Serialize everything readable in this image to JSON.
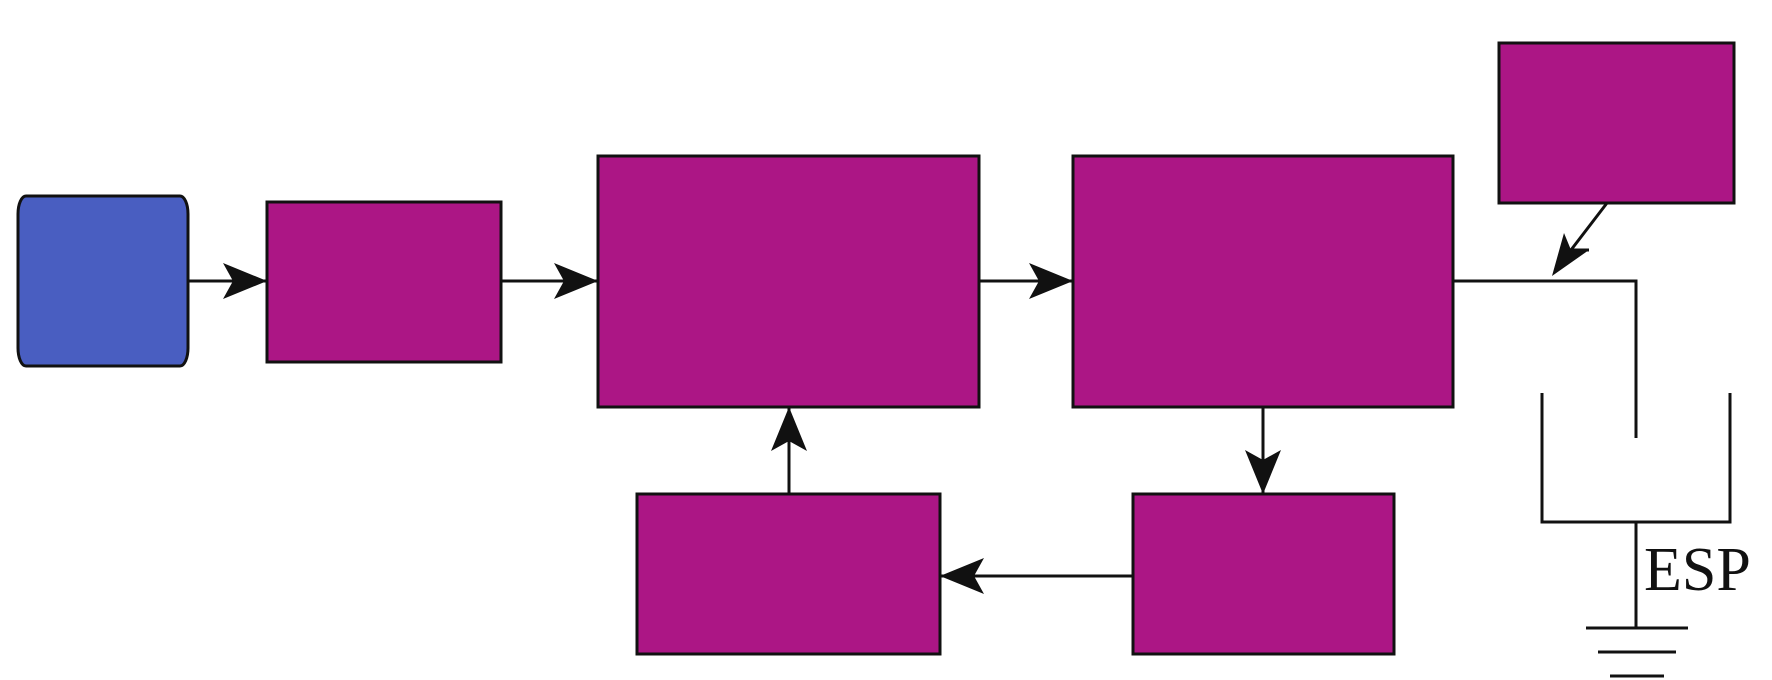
{
  "diagram": {
    "colors": {
      "source_fill": "#495ec1",
      "block_fill": "#ac1685",
      "stroke": "#111111",
      "background": "#ffffff"
    },
    "blocks": [
      {
        "name": "source-block",
        "shape": "rounded-capsule",
        "fill": "source_fill",
        "text": ""
      },
      {
        "name": "block-1",
        "shape": "rectangle",
        "fill": "block_fill",
        "text": ""
      },
      {
        "name": "block-2",
        "shape": "rectangle",
        "fill": "block_fill",
        "text": ""
      },
      {
        "name": "block-3",
        "shape": "rectangle",
        "fill": "block_fill",
        "text": ""
      },
      {
        "name": "block-4-top-right",
        "shape": "rectangle",
        "fill": "block_fill",
        "text": ""
      },
      {
        "name": "block-5-bottom-right",
        "shape": "rectangle",
        "fill": "block_fill",
        "text": ""
      },
      {
        "name": "block-6-bottom-left",
        "shape": "rectangle",
        "fill": "block_fill",
        "text": ""
      }
    ],
    "connections": [
      {
        "from": "source-block",
        "to": "block-1"
      },
      {
        "from": "block-1",
        "to": "block-2"
      },
      {
        "from": "block-2",
        "to": "block-3"
      },
      {
        "from": "block-3",
        "to": "block-5-bottom-right"
      },
      {
        "from": "block-5-bottom-right",
        "to": "block-6-bottom-left"
      },
      {
        "from": "block-6-bottom-left",
        "to": "block-2"
      },
      {
        "from": "block-4-top-right",
        "to": "output-line"
      }
    ],
    "esp_label": "ESP",
    "electrode_symbol": "ground"
  }
}
